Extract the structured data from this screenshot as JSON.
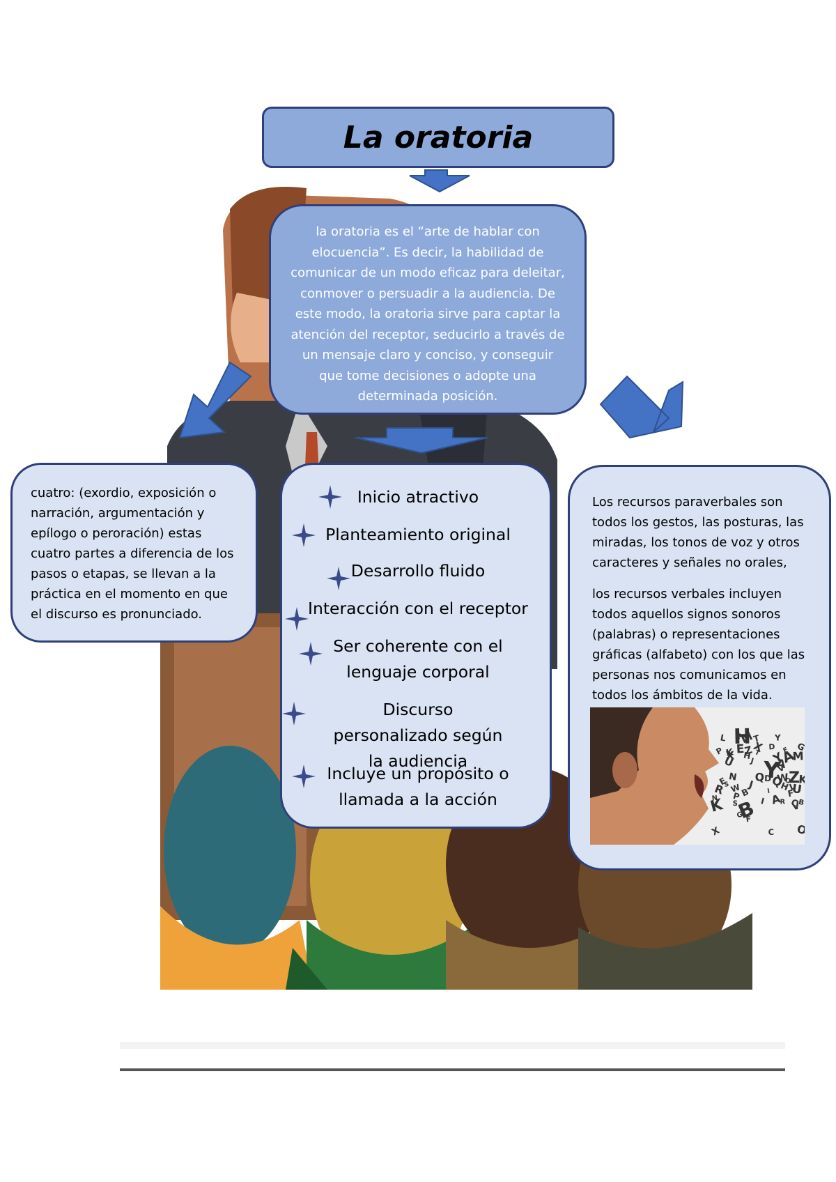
{
  "title": "La oratoria",
  "definition": "la oratoria es el “arte de hablar con elocuencia”. Es decir, la habilidad de comunicar de un modo eficaz para deleitar, conmover o persuadir a la audiencia. De este modo, la oratoria sirve para captar la atención del receptor, seducirlo a través de un mensaje claro y conciso, y conseguir que tome decisiones o adopte una determinada posición.",
  "left_box": "cuatro: (exordio, exposición o narración, argumentación y epílogo o peroración) estas cuatro partes a diferencia de los pasos o etapas, se llevan a la práctica en el momento en que el discurso es pronunciado.",
  "characteristics": [
    "Inicio atractivo",
    "Planteamiento original",
    "Desarrollo fluido",
    "Interacción con el receptor",
    "Ser coherente con el lenguaje corporal",
    "Discurso personalizado según la audiencia",
    "Incluye un propósito o llamada a la acción"
  ],
  "right_box": {
    "paraverbal": "Los recursos paraverbales son todos los gestos, las posturas, las miradas, los tonos de voz y otros caracteres y señales no orales,",
    "verbal": "los recursos verbales incluyen todos aquellos signos sonoros (palabras) o representaciones gráficas (alfabeto) con los que las personas nos comunicamos en todos los ámbitos de la vida."
  },
  "photo_letters": [
    "H",
    "Y",
    "B",
    "K",
    "X",
    "Z",
    "A",
    "F",
    "R",
    "S",
    "T",
    "G",
    "N",
    "E",
    "W",
    "V",
    "M",
    "P",
    "D",
    "L",
    "C",
    "Q",
    "J",
    "U",
    "O",
    "I"
  ],
  "colors": {
    "box_dark": "#8eaadb",
    "box_light": "#dae3f3",
    "border": "#2f3f7a",
    "arrow": "#4472c4"
  }
}
